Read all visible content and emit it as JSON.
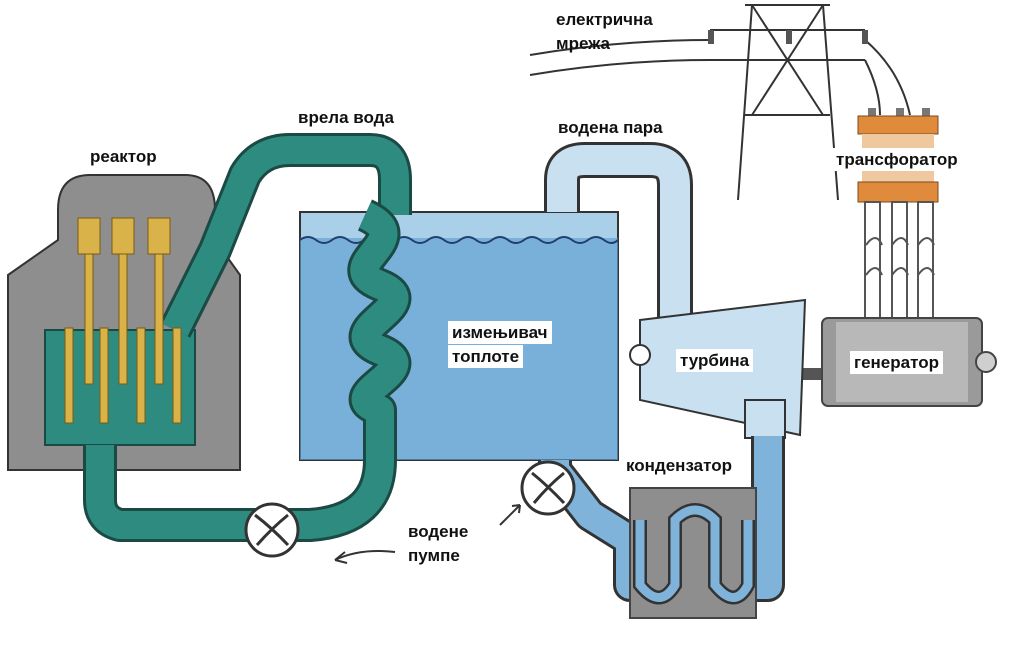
{
  "labels": {
    "grid_line1": "електрична",
    "grid_line2": "мрежа",
    "hot_water": "врела вода",
    "reactor": "реактор",
    "steam": "водена пара",
    "transformer": "трансфоратор",
    "heat_exchanger_line1": "измењивач",
    "heat_exchanger_line2": "топлоте",
    "turbine": "турбина",
    "generator": "генератор",
    "condenser": "кондензатор",
    "pumps_line1": "водене",
    "pumps_line2": "пумпе"
  },
  "colors": {
    "primary_loop": "#2e8b80",
    "primary_loop_outline": "#1b4a44",
    "secondary_water": "#7fb3da",
    "steam_light": "#c9e0f0",
    "gray_structure": "#8e8e8e",
    "fuel_rods": "#d9b24a",
    "transformer": "#e08a3c"
  }
}
